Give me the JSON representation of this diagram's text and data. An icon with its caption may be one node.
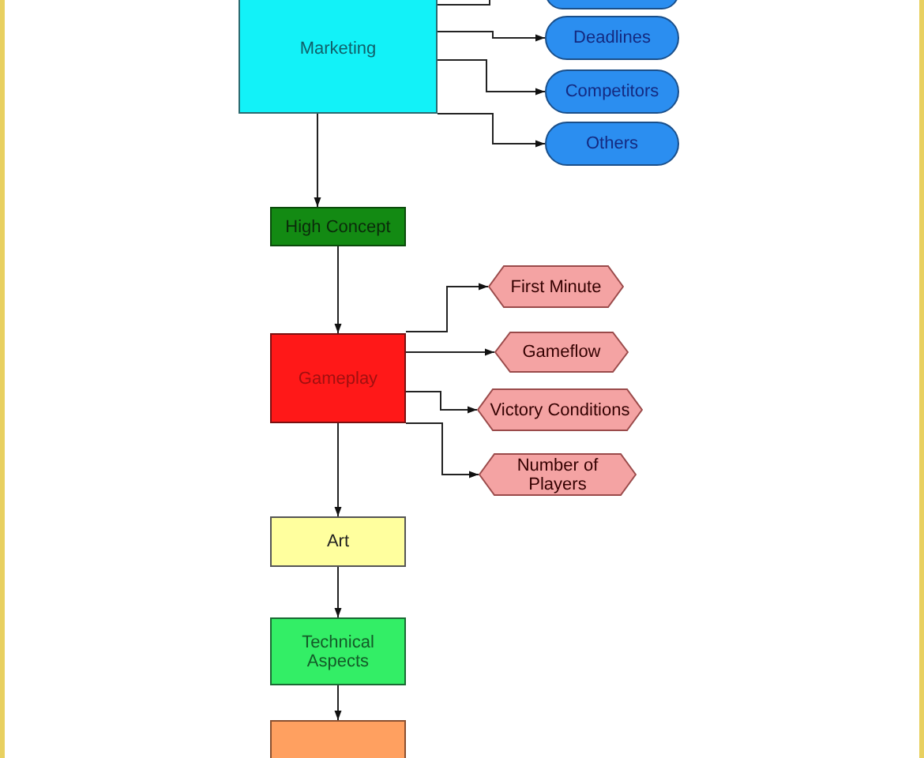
{
  "diagram": {
    "nodes": [
      {
        "text": [
          "Marketing"
        ]
      },
      {
        "text": [],
        "shape": "pill"
      },
      {
        "text": [
          "Deadlines"
        ]
      },
      {
        "text": [
          "Competitors"
        ]
      },
      {
        "text": [
          "Others"
        ]
      },
      {
        "text": [
          "High Concept"
        ]
      },
      {
        "text": [
          "Gameplay"
        ]
      },
      {
        "text": [
          "First Minute"
        ]
      },
      {
        "text": [
          "Gameflow"
        ]
      },
      {
        "text": [
          "Victory Conditions"
        ]
      },
      {
        "text": [
          "Number of Players"
        ]
      },
      {
        "text": [
          "Art"
        ]
      },
      {
        "text": [
          "Technical Aspects"
        ]
      },
      {
        "text": [],
        "shape": "box"
      }
    ],
    "edges": [
      {
        "from": 0,
        "to": 1,
        "arrow": "to"
      },
      {
        "from": 0,
        "to": 2,
        "arrow": "to"
      },
      {
        "from": 0,
        "to": 3,
        "arrow": "to"
      },
      {
        "from": 0,
        "to": 4,
        "arrow": "to"
      },
      {
        "from": 0,
        "to": 5,
        "arrow": "to"
      },
      {
        "from": 5,
        "to": 6,
        "arrow": "to"
      },
      {
        "from": 6,
        "to": 7,
        "arrow": "to"
      },
      {
        "from": 6,
        "to": 8,
        "arrow": "to"
      },
      {
        "from": 6,
        "to": 9,
        "arrow": "to"
      },
      {
        "from": 6,
        "to": 10,
        "arrow": "to"
      },
      {
        "from": 6,
        "to": 11,
        "arrow": "to"
      },
      {
        "from": 11,
        "to": 12,
        "arrow": "to"
      },
      {
        "from": 12,
        "to": 13,
        "arrow": "to"
      }
    ]
  }
}
